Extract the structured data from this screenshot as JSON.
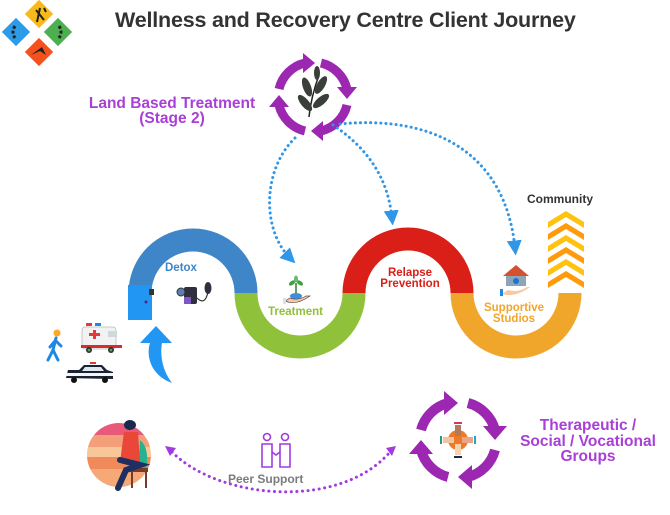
{
  "header": {
    "title": "Wellness and Recovery Centre Client Journey",
    "logo_icon": "diamond-four-color-logo-icon"
  },
  "stage2": {
    "line1": "Land Based Treatment",
    "line2": "(Stage 2)",
    "icon": "leaf-cycle-icon"
  },
  "journey": {
    "stages": [
      {
        "id": "detox",
        "label": "Detox",
        "color": "#3f86c8",
        "icon": "blood-pressure-monitor-icon"
      },
      {
        "id": "treatment",
        "label": "Treatment",
        "color": "#8fc13a",
        "icon": "plant-in-hand-icon"
      },
      {
        "id": "relapse",
        "label_line1": "Relapse",
        "label_line2": "Prevention",
        "color": "#d91f18"
      },
      {
        "id": "supportive",
        "label_line1": "Supportive",
        "label_line2": "Studios",
        "color": "#f0a52b",
        "icon": "house-in-hand-icon"
      }
    ],
    "end_label": "Community",
    "entry_icons": [
      "walking-person-icon",
      "ambulance-icon",
      "police-car-icon",
      "door-icon",
      "entry-arrow-icon"
    ]
  },
  "bottom": {
    "peer_label": "Peer Support",
    "peer_icon": "handshake-people-icon",
    "person_icon": "seated-person-illustration-icon",
    "groups_line1": "Therapeutic /",
    "groups_line2": "Social / Vocational",
    "groups_line3": "Groups",
    "groups_icon": "hands-together-cycle-icon"
  },
  "colors": {
    "purple": "#9c27b0",
    "dotted_blue": "#2f96e8",
    "dotted_purple": "#a13be0",
    "chevron_yellow": "#ffc20e",
    "chevron_orange": "#ff9a0a"
  }
}
